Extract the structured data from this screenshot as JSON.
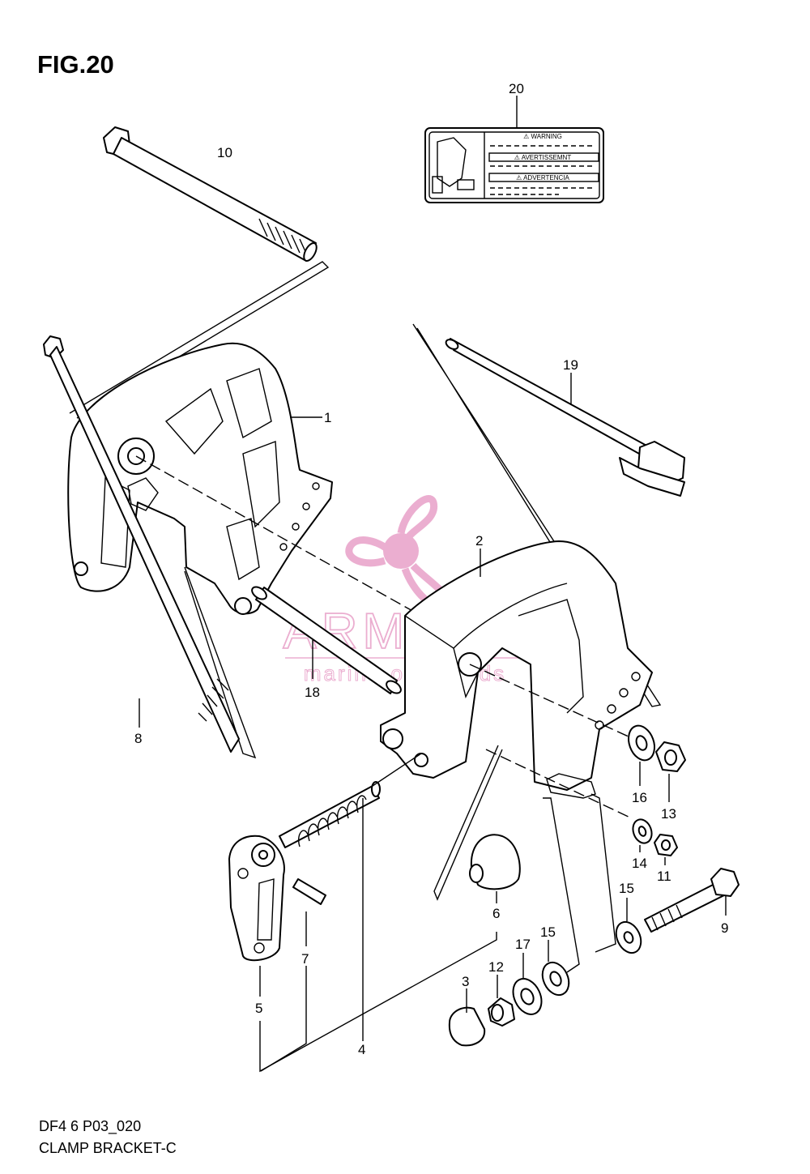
{
  "figure": {
    "title": "FIG.20",
    "drawing_code": "DF4 6 P03_020",
    "assembly_name": "CLAMP BRACKET-C"
  },
  "label": {
    "warning": "⚠ WARNING",
    "avertissement": "⚠ AVERTISSEMNT",
    "advertencia": "⚠ ADVERTENCIA"
  },
  "watermark": {
    "brand": "ARMADA",
    "tagline": "marine outboards",
    "color": "#e8a0c8"
  },
  "callouts": [
    {
      "id": "c1",
      "number": "1"
    },
    {
      "id": "c2",
      "number": "2"
    },
    {
      "id": "c3",
      "number": "3"
    },
    {
      "id": "c4",
      "number": "4"
    },
    {
      "id": "c5",
      "number": "5"
    },
    {
      "id": "c6",
      "number": "6"
    },
    {
      "id": "c7",
      "number": "7"
    },
    {
      "id": "c8",
      "number": "8"
    },
    {
      "id": "c9",
      "number": "9"
    },
    {
      "id": "c10",
      "number": "10"
    },
    {
      "id": "c11",
      "number": "11"
    },
    {
      "id": "c12",
      "number": "12"
    },
    {
      "id": "c13",
      "number": "13"
    },
    {
      "id": "c14",
      "number": "14"
    },
    {
      "id": "c15a",
      "number": "15"
    },
    {
      "id": "c15b",
      "number": "15"
    },
    {
      "id": "c16",
      "number": "16"
    },
    {
      "id": "c17",
      "number": "17"
    },
    {
      "id": "c18",
      "number": "18"
    },
    {
      "id": "c19",
      "number": "19"
    },
    {
      "id": "c20",
      "number": "20"
    }
  ]
}
